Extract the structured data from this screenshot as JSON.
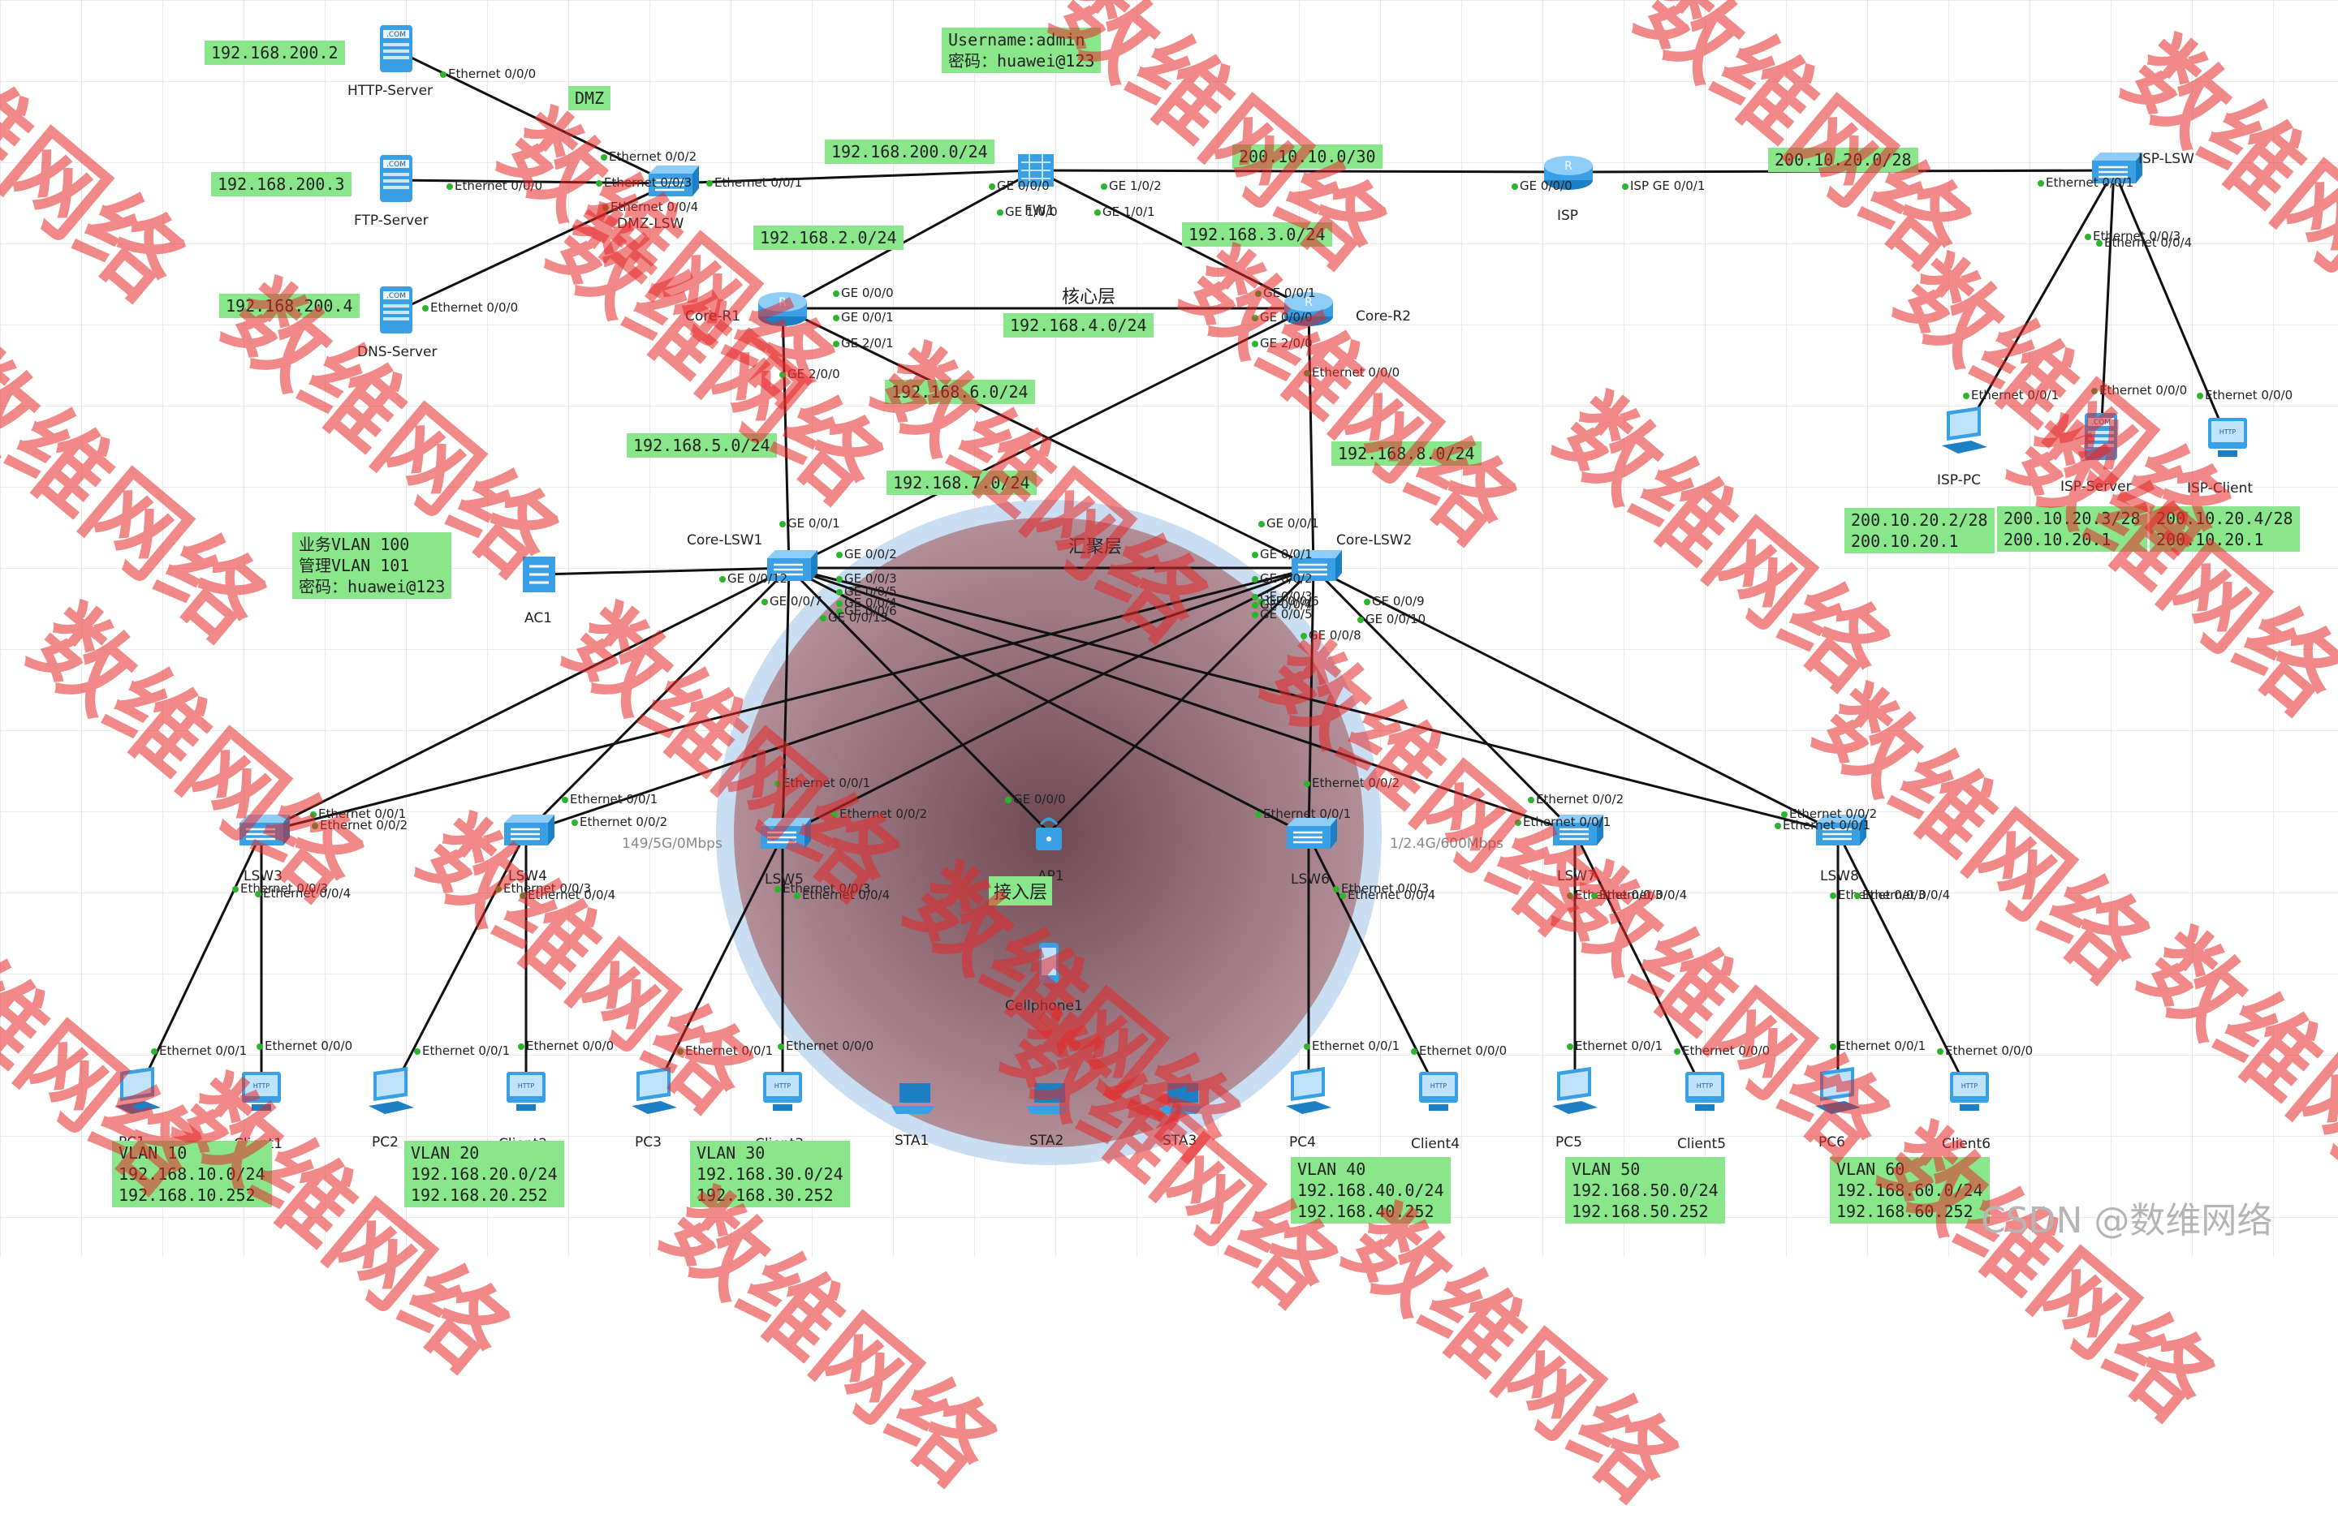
{
  "devices": [
    {
      "id": "http",
      "label": "HTTP-Server",
      "type": "server"
    },
    {
      "id": "ftp",
      "label": "FTP-Server",
      "type": "server"
    },
    {
      "id": "dns",
      "label": "DNS-Server",
      "type": "server"
    },
    {
      "id": "dmzsw",
      "label": "DMZ-LSW",
      "type": "switch"
    },
    {
      "id": "fw1",
      "label": "FW1",
      "type": "firewall"
    },
    {
      "id": "isp",
      "label": "ISP",
      "type": "router"
    },
    {
      "id": "isplsw",
      "label": "ISP-LSW",
      "type": "switch"
    },
    {
      "id": "cr1",
      "label": "Core-R1",
      "type": "router"
    },
    {
      "id": "cr2",
      "label": "Core-R2",
      "type": "router"
    },
    {
      "id": "clsw1",
      "label": "Core-LSW1",
      "type": "switch"
    },
    {
      "id": "clsw2",
      "label": "Core-LSW2",
      "type": "switch"
    },
    {
      "id": "ac1",
      "label": "AC1",
      "type": "ac"
    },
    {
      "id": "isppc",
      "label": "ISP-PC",
      "type": "pc"
    },
    {
      "id": "ispserver",
      "label": "ISP-Server",
      "type": "server"
    },
    {
      "id": "ispclient",
      "label": "ISP-Client",
      "type": "client"
    },
    {
      "id": "lsw3",
      "label": "LSW3",
      "type": "switch"
    },
    {
      "id": "lsw4",
      "label": "LSW4",
      "type": "switch"
    },
    {
      "id": "lsw5",
      "label": "LSW5",
      "type": "switch"
    },
    {
      "id": "ap1",
      "label": "AP1",
      "type": "ap"
    },
    {
      "id": "lsw6",
      "label": "LSW6",
      "type": "switch"
    },
    {
      "id": "lsw7",
      "label": "LSW7",
      "type": "switch"
    },
    {
      "id": "lsw8",
      "label": "LSW8",
      "type": "switch"
    },
    {
      "id": "pc1",
      "label": "PC1",
      "type": "pc"
    },
    {
      "id": "client1",
      "label": "Client1",
      "type": "client"
    },
    {
      "id": "pc2",
      "label": "PC2",
      "type": "pc"
    },
    {
      "id": "client2",
      "label": "Client2",
      "type": "client"
    },
    {
      "id": "pc3",
      "label": "PC3",
      "type": "pc"
    },
    {
      "id": "client3",
      "label": "Client3",
      "type": "client"
    },
    {
      "id": "sta1",
      "label": "STA1",
      "type": "laptop"
    },
    {
      "id": "sta2",
      "label": "STA2",
      "type": "laptop"
    },
    {
      "id": "sta3",
      "label": "STA3",
      "type": "laptop"
    },
    {
      "id": "phone",
      "label": "Cellphone1",
      "type": "phone"
    },
    {
      "id": "pc4",
      "label": "PC4",
      "type": "pc"
    },
    {
      "id": "client4",
      "label": "Client4",
      "type": "client"
    },
    {
      "id": "pc5",
      "label": "PC5",
      "type": "pc"
    },
    {
      "id": "client5",
      "label": "Client5",
      "type": "client"
    },
    {
      "id": "pc6",
      "label": "PC6",
      "type": "pc"
    },
    {
      "id": "client6",
      "label": "Client6",
      "type": "client"
    }
  ],
  "links": [
    {
      "a": "http",
      "b": "dmzsw"
    },
    {
      "a": "ftp",
      "b": "dmzsw"
    },
    {
      "a": "dns",
      "b": "dmzsw"
    },
    {
      "a": "dmzsw",
      "b": "fw1"
    },
    {
      "a": "fw1",
      "b": "isp"
    },
    {
      "a": "isp",
      "b": "isplsw"
    },
    {
      "a": "fw1",
      "b": "cr1"
    },
    {
      "a": "fw1",
      "b": "cr2"
    },
    {
      "a": "cr1",
      "b": "cr2"
    },
    {
      "a": "cr1",
      "b": "clsw1"
    },
    {
      "a": "cr1",
      "b": "clsw2"
    },
    {
      "a": "cr2",
      "b": "clsw1"
    },
    {
      "a": "cr2",
      "b": "clsw2"
    },
    {
      "a": "clsw1",
      "b": "clsw2"
    },
    {
      "a": "ac1",
      "b": "clsw1"
    },
    {
      "a": "isplsw",
      "b": "isppc"
    },
    {
      "a": "isplsw",
      "b": "ispserver"
    },
    {
      "a": "isplsw",
      "b": "ispclient"
    },
    {
      "a": "clsw1",
      "b": "lsw3"
    },
    {
      "a": "clsw1",
      "b": "lsw4"
    },
    {
      "a": "clsw1",
      "b": "lsw5"
    },
    {
      "a": "clsw1",
      "b": "ap1"
    },
    {
      "a": "clsw1",
      "b": "lsw6"
    },
    {
      "a": "clsw1",
      "b": "lsw7"
    },
    {
      "a": "clsw1",
      "b": "lsw8"
    },
    {
      "a": "clsw2",
      "b": "lsw3"
    },
    {
      "a": "clsw2",
      "b": "lsw4"
    },
    {
      "a": "clsw2",
      "b": "lsw5"
    },
    {
      "a": "clsw2",
      "b": "ap1"
    },
    {
      "a": "clsw2",
      "b": "lsw6"
    },
    {
      "a": "clsw2",
      "b": "lsw7"
    },
    {
      "a": "clsw2",
      "b": "lsw8"
    },
    {
      "a": "lsw3",
      "b": "pc1"
    },
    {
      "a": "lsw3",
      "b": "client1"
    },
    {
      "a": "lsw4",
      "b": "pc2"
    },
    {
      "a": "lsw4",
      "b": "client2"
    },
    {
      "a": "lsw5",
      "b": "pc3"
    },
    {
      "a": "lsw5",
      "b": "client3"
    },
    {
      "a": "lsw6",
      "b": "pc4"
    },
    {
      "a": "lsw6",
      "b": "client4"
    },
    {
      "a": "lsw7",
      "b": "pc5"
    },
    {
      "a": "lsw7",
      "b": "client5"
    },
    {
      "a": "lsw8",
      "b": "pc6"
    },
    {
      "a": "lsw8",
      "b": "client6"
    }
  ],
  "ports": [
    "Ethernet 0/0/0",
    "Ethernet 0/0/0",
    "Ethernet 0/0/0",
    "Ethernet 0/0/2",
    "Ethernet 0/0/3",
    "Ethernet 0/0/4",
    "Ethernet 0/0/1",
    "GE 0/0/0",
    "GE 1/0/0",
    "GE 1/0/2",
    "GE 1/0/1",
    "GE 0/0/0",
    "ISP GE 0/0/1",
    "Ethernet 0/0/1",
    "GE 0/0/0",
    "GE 0/0/1",
    "GE 2/0/1",
    "GE 2/0/0",
    "GE 0/0/1",
    "GE 0/0/0",
    "GE 2/0/0",
    "Ethernet 0/0/0",
    "GE 0/0/1",
    "GE 0/0/2",
    "GE 0/0/12",
    "GE 0/0/3",
    "GE 0/0/4",
    "GE 0/0/5",
    "GE 0/0/6",
    "GE 0/0/7",
    "GE 0/0/13",
    "GE 0/0/1",
    "GE 0/0/1",
    "GE 0/0/2",
    "GE 0/0/3",
    "GE 0/0/4",
    "GE 0/0/5",
    "GE 0/0/6",
    "GE 0/0/7",
    "GE 0/0/8",
    "GE 0/0/9",
    "GE 0/0/10",
    "Ethernet 0/0/3",
    "Ethernet 0/0/4",
    "Ethernet 0/0/1",
    "Ethernet 0/0/0",
    "Ethernet 0/0/0",
    "Ethernet 0/0/1",
    "Ethernet 0/0/2",
    "Ethernet 0/0/3",
    "Ethernet 0/0/4",
    "Ethernet 0/0/1",
    "Ethernet 0/0/2",
    "Ethernet 0/0/3",
    "Ethernet 0/0/4",
    "Ethernet 0/0/1",
    "Ethernet 0/0/2",
    "Ethernet 0/0/3",
    "Ethernet 0/0/4",
    "GE 0/0/0",
    "Ethernet 0/0/2",
    "Ethernet 0/0/1",
    "Ethernet 0/0/3",
    "Ethernet 0/0/4",
    "Ethernet 0/0/2",
    "Ethernet 0/0/1",
    "Ethernet 0/0/3",
    "Ethernet 0/0/4",
    "Ethernet 0/0/2",
    "Ethernet 0/0/1",
    "Ethernet 0/0/3",
    "Ethernet 0/0/4",
    "Ethernet 0/0/1",
    "Ethernet 0/0/0",
    "Ethernet 0/0/1",
    "Ethernet 0/0/0",
    "Ethernet 0/0/1",
    "Ethernet 0/0/0",
    "Ethernet 0/0/1",
    "Ethernet 0/0/0",
    "Ethernet 0/0/1",
    "Ethernet 0/0/0",
    "Ethernet 0/0/1",
    "Ethernet 0/0/0"
  ],
  "notes": [
    "192.168.200.2",
    "192.168.200.3",
    "192.168.200.4",
    "Username:admin\n密码：huawei@123",
    "DMZ",
    "192.168.200.0/24",
    "200.10.10.0/30",
    "200.10.20.0/28",
    "192.168.2.0/24",
    "192.168.3.0/24",
    "192.168.4.0/24",
    "192.168.6.0/24",
    "192.168.5.0/24",
    "192.168.8.0/24",
    "192.168.7.0/24",
    "业务VLAN 100\n管理VLAN 101\n密码：huawei@123",
    "200.10.20.2/28\n200.10.20.1",
    "200.10.20.3/28\n200.10.20.1",
    "200.10.20.4/28\n200.10.20.1",
    "VLAN 10\n192.168.10.0/24\n192.168.10.252",
    "VLAN 20\n192.168.20.0/24\n192.168.20.252",
    "VLAN 30\n192.168.30.0/24\n192.168.30.252",
    "VLAN 40\n192.168.40.0/24\n192.168.40.252",
    "VLAN 50\n192.168.50.0/24\n192.168.50.252",
    "VLAN 60\n192.168.60.0/24\n192.168.60.252"
  ],
  "layer_labels": [
    "核心层",
    "汇聚层",
    "接入层"
  ],
  "wireless_labels": [
    "149/5G/0Mbps",
    "1/2.4G/600Mbps"
  ],
  "watermark": "数维网络",
  "csdn": "CSDN @数维网络",
  "colors": {
    "link": "#111111",
    "note": "#8ae68a",
    "wlan_outer": "#c9def2",
    "wlan_inner": "#b28e98",
    "port_dot": "#2bb52b",
    "device": "#3aa0e6",
    "watermark": "#e62828"
  }
}
